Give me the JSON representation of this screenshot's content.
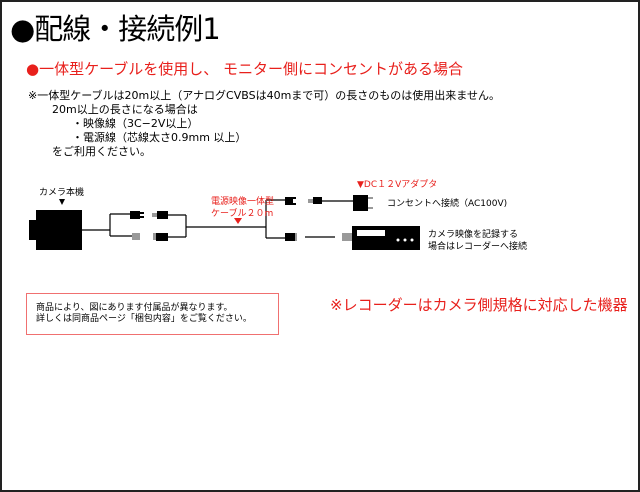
{
  "title": "●配線・接続例1",
  "subtitle": "●一体型ケーブルを使用し、 モニター側にコンセントがある場合",
  "notes": {
    "line1": "※一体型ケーブルは20m以上（アナログCVBSは40mまで可）の長さのものは使用出来ません。",
    "line2": "20m以上の長さになる場合は",
    "line3": "・映像線（3C−2V以上）",
    "line4": "・電源線（芯線太さ0.9mm 以上）",
    "line5": "をご利用ください。"
  },
  "diagram": {
    "camera_label": "カメラ本機",
    "cable_label_1": "電源映像一体型",
    "cable_label_2": "ケーブル２０m",
    "adapter_label": "▼DC１２Vアダプタ",
    "outlet_label": "コンセントへ接続（AC100V)",
    "recorder_label_1": "カメラ映像を記録する",
    "recorder_label_2": "場合はレコーダーへ接続"
  },
  "info_box": {
    "line1": "商品により、図にあります付属品が異なります。",
    "line2": "詳しくは同商品ページ「梱包内容」をご覧ください。"
  },
  "recorder_note": "※レコーダーはカメラ側規格に対応した機器"
}
